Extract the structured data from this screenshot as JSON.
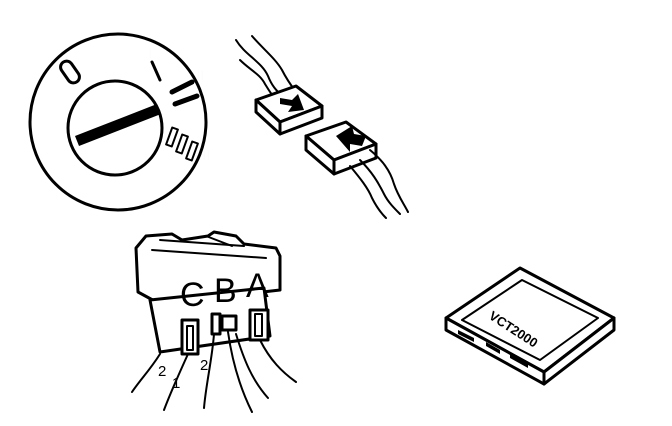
{
  "ignition_switch": {
    "positions": [
      "0",
      "I",
      "II",
      "III"
    ]
  },
  "relay_connector": {
    "terminals": [
      "C",
      "B",
      "A"
    ],
    "wire_numbers": [
      "2",
      "1",
      "2"
    ]
  },
  "memory_card": {
    "label": "VCT2000"
  }
}
